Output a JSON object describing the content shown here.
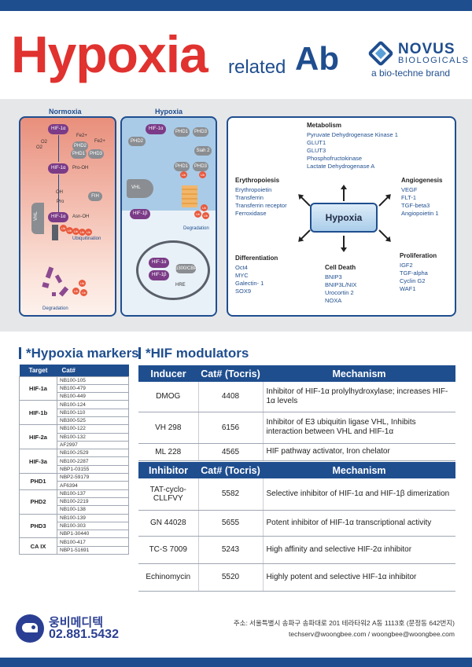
{
  "header": {
    "title_main": "Hypoxia",
    "title_mid": "related",
    "title_ab": "Ab",
    "brand_line1": "NOVUS",
    "brand_line2": "BIOLOGICALS",
    "brand_line3": "a bio-techne brand"
  },
  "diagram": {
    "normoxia_label": "Normoxia",
    "hypoxia_label": "Hypoxia",
    "labels": {
      "hif1a": "HIF-1α",
      "fe2": "Fe2+",
      "o2": "O2",
      "phd1": "PHD1",
      "phd2": "PHD2",
      "phd3": "PHD3",
      "pro_oh": "Pro-OH",
      "fih": "FIH",
      "asn_oh": "Asn-OH",
      "oh": "OH",
      "pro": "Pro",
      "vhl": "VHL",
      "ubiquitination": "Ubiquitination",
      "degradation": "Degradation",
      "siah2": "Siah 2",
      "hif1b": "HIF-1β",
      "p300": "p300/CBP",
      "hre": "HRE",
      "ub": "Ub"
    },
    "mechanism": {
      "core": "Hypoxia",
      "metabolism": {
        "title": "Metabolism",
        "items": [
          "Pyruvate Dehydrogenase Kinase 1",
          "GLUT1",
          "GLUT3",
          "Phosphofructokinase",
          "Lactate Dehydrogenase A"
        ]
      },
      "erythropoiesis": {
        "title": "Erythropoiesis",
        "items": [
          "Erythropoietin",
          "Transferrin",
          "Transferrin receptor",
          "Ferroxidase"
        ]
      },
      "angiogenesis": {
        "title": "Angiogenesis",
        "items": [
          "VEGF",
          "FLT-1",
          "TGF-beta3",
          "Angiopoietin 1"
        ]
      },
      "differentiation": {
        "title": "Differentiation",
        "items": [
          "Oct4",
          "MYC",
          "Galectin- 1",
          "SOX9"
        ]
      },
      "cell_death": {
        "title": "Cell Death",
        "items": [
          "BNIP3",
          "BNIP3L/NIX",
          "Urocortin 2",
          "NOXA"
        ]
      },
      "proliferation": {
        "title": "Proliferation",
        "items": [
          "IGF2",
          "TGF-alpha",
          "Cyclin G2",
          "WAF1"
        ]
      }
    }
  },
  "markers": {
    "section_title": "*Hypoxia markers",
    "headers": [
      "Target",
      "Cat#"
    ],
    "groups": [
      {
        "target": "HIF-1a",
        "cats": [
          "NB100-105",
          "NB100-479",
          "NB100-449"
        ]
      },
      {
        "target": "HIF-1b",
        "cats": [
          "NB100-124",
          "NB100-110",
          "NB300-525"
        ]
      },
      {
        "target": "HIF-2a",
        "cats": [
          "NB100-122",
          "NB100-132",
          "AF2997"
        ]
      },
      {
        "target": "HIF-3a",
        "cats": [
          "NB100-2529",
          "NB100-2287",
          "NBP1-03155"
        ]
      },
      {
        "target": "PHD1",
        "cats": [
          "NBP2-59179",
          "AF6394"
        ]
      },
      {
        "target": "PHD2",
        "cats": [
          "NB100-137",
          "NB100-2219",
          "NB100-138"
        ]
      },
      {
        "target": "PHD3",
        "cats": [
          "NB100-139",
          "NB100-303",
          "NBP1-30440"
        ]
      },
      {
        "target": "CA IX",
        "cats": [
          "NB100-417",
          "NBP1-51691"
        ]
      }
    ]
  },
  "modulators": {
    "section_title": "*HIF modulators",
    "inducer": {
      "headers": [
        "Inducer",
        "Cat# (Tocris)",
        "Mechanism"
      ],
      "rows": [
        {
          "name": "DMOG",
          "cat": "4408",
          "mech": "Inhibitor of HIF-1α prolylhydroxylase; increases HIF-1α levels"
        },
        {
          "name": "VH 298",
          "cat": "6156",
          "mech": "Inhibitor of E3 ubiquitin ligase VHL, Inhibits interaction between VHL and HIF-1α"
        },
        {
          "name": "ML 228",
          "cat": "4565",
          "mech": "HIF pathway activator, Iron chelator"
        }
      ]
    },
    "inhibitor": {
      "headers": [
        "Inhibitor",
        "Cat# (Tocris)",
        "Mechanism"
      ],
      "rows": [
        {
          "name": "TAT-cyclo-CLLFVY",
          "cat": "5582",
          "mech": "Selective inhibitor of HIF-1α and HIF-1β dimerization"
        },
        {
          "name": "GN 44028",
          "cat": "5655",
          "mech": "Potent inhibitor of HIF-1α transcriptional activity"
        },
        {
          "name": "TC-S 7009",
          "cat": "5243",
          "mech": "High affinity and selective HIF-2α inhibitor"
        },
        {
          "name": "Echinomycin",
          "cat": "5520",
          "mech": "Highly potent and selective HIF-1α inhibitor"
        }
      ]
    }
  },
  "footer": {
    "company": "웅비메디텍",
    "phone": "02.881.5432",
    "address": "주소: 서울특별시 송파구 송파대로 201 테라타워2 A동 1113호 (문정동 642번지)",
    "email": "techserv@woongbee.com / woongbee@woongbee.com"
  },
  "colors": {
    "accent_red": "#e0322f",
    "brand_blue": "#1f4e8f",
    "hif_purple": "#7b3b87"
  }
}
